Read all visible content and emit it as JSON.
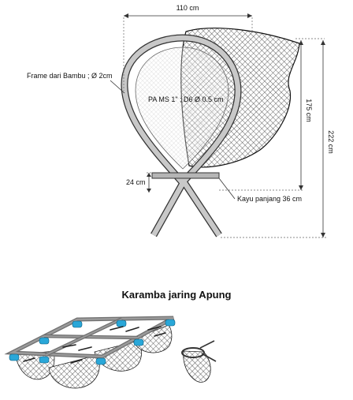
{
  "labels": {
    "width": "110 cm",
    "frame": "Frame dari Bambu ; Ø 2cm",
    "material": "PA  MS 1\" ; D6 Ø 0.5 cm",
    "net_height": "175 cm",
    "total_height": "222 cm",
    "base_height": "24 cm",
    "crossbar": "Kayu panjang 36 cm"
  },
  "title": "Karamba jaring Apung",
  "colors": {
    "frame": "#c8c8c8",
    "float": "#2aa7d8",
    "raft": "#7a7a7a",
    "fish": "#222222"
  }
}
